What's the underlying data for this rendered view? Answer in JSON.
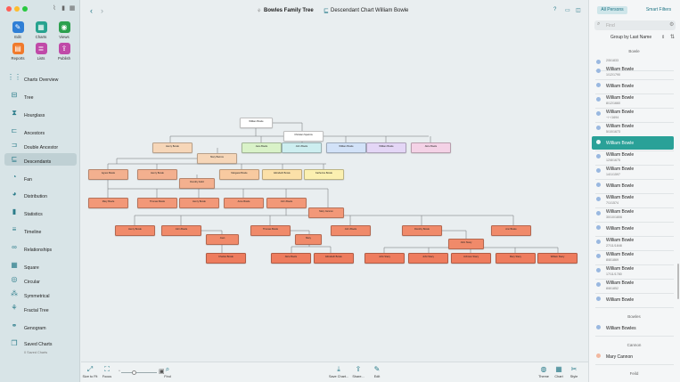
{
  "window": {
    "traffic_colors": [
      "#ff5f57",
      "#febc2e",
      "#28c840"
    ]
  },
  "toolbar_top_icons": [
    "paperclip-icon",
    "bookmark-icon",
    "grid-icon"
  ],
  "tools": [
    {
      "label": "Edit",
      "icon": "pencil-icon",
      "color": "#2f7fd6",
      "glyph": "✎"
    },
    {
      "label": "Charts",
      "icon": "charts-icon",
      "color": "#27a38f",
      "glyph": "▦"
    },
    {
      "label": "Views",
      "icon": "eye-icon",
      "color": "#2ca04e",
      "glyph": "◉"
    },
    {
      "label": "Reports",
      "icon": "reports-icon",
      "color": "#f07a2c",
      "glyph": "▤"
    },
    {
      "label": "Lists",
      "icon": "lists-icon",
      "color": "#c04aa8",
      "glyph": "≣"
    },
    {
      "label": "Publish",
      "icon": "publish-icon",
      "color": "#c04aa8",
      "glyph": "⇪"
    }
  ],
  "nav": [
    {
      "label": "Charts Overview",
      "icon": "charts-overview-icon",
      "glyph": "⋮⋮"
    },
    {
      "label": "Tree",
      "icon": "tree-icon",
      "glyph": "⊟"
    },
    {
      "label": "Hourglass",
      "icon": "hourglass-icon",
      "glyph": "⧗"
    },
    {
      "label": "Ancestors",
      "icon": "ancestors-icon",
      "glyph": "⊏"
    },
    {
      "label": "Double Ancestor",
      "icon": "double-ancestor-icon",
      "glyph": "⊐"
    },
    {
      "label": "Descendants",
      "icon": "descendants-icon",
      "glyph": "⊑",
      "selected": true
    },
    {
      "label": "Fan",
      "icon": "fan-icon",
      "glyph": "◔"
    },
    {
      "label": "Distribution",
      "icon": "distribution-icon",
      "glyph": "◕"
    },
    {
      "label": "Statistics",
      "icon": "statistics-icon",
      "glyph": "▮"
    },
    {
      "label": "Timeline",
      "icon": "timeline-icon",
      "glyph": "≡"
    },
    {
      "label": "Relationships",
      "icon": "relationships-icon",
      "glyph": "∞"
    },
    {
      "label": "Square",
      "icon": "square-icon",
      "glyph": "▦"
    },
    {
      "label": "Circular",
      "icon": "circular-icon",
      "glyph": "◎"
    },
    {
      "label": "Symmetrical",
      "icon": "symmetrical-icon",
      "glyph": "⁂"
    },
    {
      "label": "Fractal Tree",
      "icon": "fractal-tree-icon",
      "glyph": "⚘"
    },
    {
      "label": "Genogram",
      "icon": "genogram-icon",
      "glyph": "⚭"
    },
    {
      "label": "Saved Charts",
      "sub": "0 Saved Charts",
      "icon": "saved-charts-icon",
      "glyph": "❐"
    }
  ],
  "main": {
    "title": "Bowles Family Tree",
    "chart_title": "Descendant Chart William Bowle",
    "persons": [
      {
        "name": "William Bowle",
        "color": "#ffffff"
      },
      {
        "name": "Christian Sparrow",
        "color": "#ffffff"
      },
      {
        "name": "Henry Bowle",
        "color": "#f6d6b8"
      },
      {
        "name": "Jane Bowle",
        "color": "#d9f2c8"
      },
      {
        "name": "John Bowle",
        "color": "#cdeef0"
      },
      {
        "name": "William Bowle",
        "color": "#d2e2f8"
      },
      {
        "name": "William Bowle",
        "color": "#e4d6f6"
      },
      {
        "name": "Alice Bowle",
        "color": "#f4d2e6"
      },
      {
        "name": "Mary Barrow",
        "color": "#f6d6b8"
      },
      {
        "name": "Agnes Bowle",
        "color": "#f3b08f"
      },
      {
        "name": "Henry Bowle",
        "color": "#f3b08f"
      },
      {
        "name": "Dorothy Feild",
        "color": "#f3b08f"
      },
      {
        "name": "Margaret Bowle",
        "color": "#f8caa0"
      },
      {
        "name": "Elizabeth Bowle",
        "color": "#fbe0a8"
      },
      {
        "name": "Katherine Bowle",
        "color": "#fbf0b0"
      },
      {
        "name": "Mary Bowle",
        "color": "#f29878"
      },
      {
        "name": "Thomas Bowle",
        "color": "#f29878"
      },
      {
        "name": "Henry Bowle",
        "color": "#f29878"
      },
      {
        "name": "Anne Bowle",
        "color": "#f29878"
      },
      {
        "name": "John Bowle",
        "color": "#f29878"
      },
      {
        "name": "Mary Cannon",
        "color": "#f29878"
      },
      {
        "name": "Henry Bowle",
        "color": "#f08a6a"
      },
      {
        "name": "John Bowle",
        "color": "#f08a6a"
      },
      {
        "name": "Thomas Bowle",
        "color": "#f08a6a"
      },
      {
        "name": "John Bowle",
        "color": "#f08a6a"
      },
      {
        "name": "Dorothy Bowle",
        "color": "#f08a6a"
      },
      {
        "name": "Ann Bowle",
        "color": "#f08a6a"
      },
      {
        "name": "Joan",
        "color": "#f08a6a"
      },
      {
        "name": "Mary",
        "color": "#f08a6a"
      },
      {
        "name": "John Stacy",
        "color": "#f08a6a"
      },
      {
        "name": "Charles Bowle",
        "color": "#ee7c5e"
      },
      {
        "name": "Alice Bowle",
        "color": "#ee7c5e"
      },
      {
        "name": "Elizabeth Bowle",
        "color": "#ee7c5e"
      },
      {
        "name": "John Stacy",
        "color": "#ee7c5e"
      },
      {
        "name": "John Stacy",
        "color": "#ee7c5e"
      },
      {
        "name": "Johnson Stacy",
        "color": "#ee7c5e"
      },
      {
        "name": "Mary Stacy",
        "color": "#ee7c5e"
      },
      {
        "name": "William Stacy",
        "color": "#ee7c5e"
      }
    ]
  },
  "bottombar": [
    {
      "label": "Size to Fit",
      "icon": "size-to-fit-icon",
      "glyph": "⤢"
    },
    {
      "label": "Focus",
      "icon": "focus-icon",
      "glyph": "⛶"
    },
    {
      "label": "Find",
      "icon": "find-icon",
      "glyph": "⌕"
    },
    {
      "label": "Save Chart...",
      "icon": "save-chart-icon",
      "glyph": "⤓"
    },
    {
      "label": "Share...",
      "icon": "share-icon",
      "glyph": "⇪"
    },
    {
      "label": "Edit",
      "icon": "edit-icon",
      "glyph": "✎"
    },
    {
      "label": "Theme",
      "icon": "theme-icon",
      "glyph": "◍"
    },
    {
      "label": "Chart",
      "icon": "chart-icon",
      "glyph": "▦"
    },
    {
      "label": "Style",
      "icon": "style-icon",
      "glyph": "✂"
    }
  ],
  "right": {
    "tabs": [
      "All Persons",
      "Smart Filters"
    ],
    "find_placeholder": "Find",
    "group_by": "Group by Last Name",
    "sections": [
      {
        "name": "Bowle",
        "items": [
          {
            "name": "",
            "date": "2/5/1833",
            "color": "#9ab8e0"
          },
          {
            "name": "William Bowle",
            "date": "1/12/1790",
            "color": "#9ab8e0"
          },
          {
            "name": "William Bowle",
            "date": "",
            "color": "#9ab8e0"
          },
          {
            "name": "William Bowle",
            "date": "8/12/1660",
            "color": "#9ab8e0"
          },
          {
            "name": "William Bowle",
            "date": "~/~/1694",
            "color": "#9ab8e0"
          },
          {
            "name": "William Bowle",
            "date": "5/10/1673",
            "color": "#9ab8e0"
          },
          {
            "name": "William Bowle",
            "date": "",
            "color": "#9ab8e0",
            "selected": true
          },
          {
            "name": "William Bowle",
            "date": "12/8/1675",
            "color": "#9ab8e0"
          },
          {
            "name": "William Bowle",
            "date": "14/1/1597",
            "color": "#9ab8e0"
          },
          {
            "name": "William Bowle",
            "date": "",
            "color": "#9ab8e0"
          },
          {
            "name": "William Bowle",
            "date": "7/1/1574",
            "color": "#9ab8e0"
          },
          {
            "name": "William Bowle",
            "date": "30/10/1806",
            "color": "#9ab8e0"
          },
          {
            "name": "William Bowle",
            "date": "",
            "color": "#9ab8e0"
          },
          {
            "name": "William Bowle",
            "date": "27/11/1848",
            "color": "#9ab8e0"
          },
          {
            "name": "William Bowle",
            "date": "8/8/1869",
            "color": "#9ab8e0"
          },
          {
            "name": "William Bowle",
            "date": "17/11/1780",
            "color": "#9ab8e0"
          },
          {
            "name": "William Bowle",
            "date": "8/8/1852",
            "color": "#9ab8e0"
          },
          {
            "name": "William Bowle",
            "date": "",
            "color": "#9ab8e0"
          }
        ]
      },
      {
        "name": "Bowles",
        "items": [
          {
            "name": "William Bowles",
            "date": "",
            "color": "#9ab8e0"
          }
        ]
      },
      {
        "name": "Cannon",
        "items": [
          {
            "name": "Mary Cannon",
            "date": "",
            "color": "#f2b8a0"
          }
        ]
      },
      {
        "name": "Feild",
        "items": [
          {
            "name": "Dorothy Feild",
            "date": "",
            "color": "#f2b8a0"
          }
        ]
      }
    ]
  }
}
